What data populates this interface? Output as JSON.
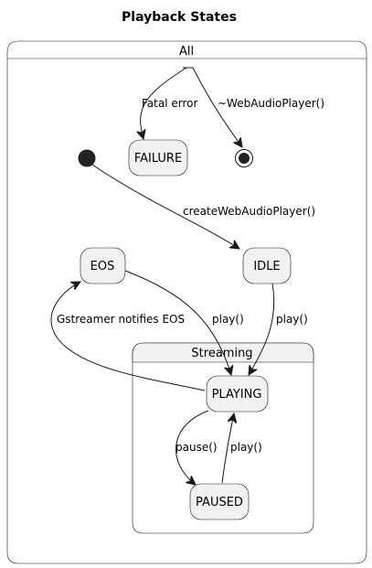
{
  "title": "Playback States",
  "containers": {
    "all": "All",
    "streaming": "Streaming"
  },
  "states": {
    "failure": "FAILURE",
    "idle": "IDLE",
    "eos": "EOS",
    "playing": "PLAYING",
    "paused": "PAUSED"
  },
  "transitions": {
    "fatal_error": "Fatal error",
    "destroy": "~WebAudioPlayer()",
    "create": "createWebAudioPlayer()",
    "idle_play": "play()",
    "eos_play": "play()",
    "eos_notify": "Gstreamer notifies EOS",
    "pause": "pause()",
    "paused_play": "play()"
  },
  "colors": {
    "state_fill": "#f1f1f1",
    "stroke": "#181818",
    "initial_node": "#222222"
  }
}
